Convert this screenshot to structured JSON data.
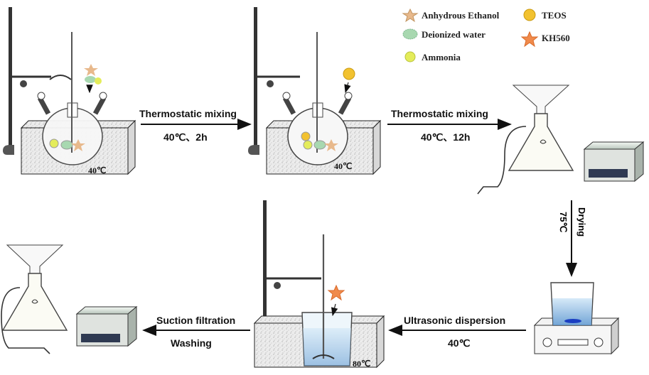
{
  "legend": {
    "items": [
      {
        "label": "Anhydrous  Ethanol",
        "icon": "ethanol-star-icon",
        "color": "#e8b98c"
      },
      {
        "label": "Deionized water",
        "icon": "water-blob-icon",
        "color": "#a8d8b0"
      },
      {
        "label": "Ammonia",
        "icon": "ammonia-blob-icon",
        "color": "#e4ec5a"
      },
      {
        "label": "TEOS",
        "icon": "teos-sphere-icon",
        "color": "#f2c230"
      },
      {
        "label": "KH560",
        "icon": "kh560-star-icon",
        "color": "#f08a4b"
      }
    ]
  },
  "steps": {
    "step1": {
      "label": "Thermostatic mixing",
      "condition": "40℃、2h"
    },
    "step2": {
      "label": "Thermostatic mixing",
      "condition": "40℃、12h"
    },
    "step3": {
      "label": "Drying",
      "condition": "75℃"
    },
    "step4": {
      "label": "Ultrasonic dispersion",
      "condition": "40℃"
    },
    "step5": {
      "label": "Suction filtration",
      "condition": "Washing"
    }
  },
  "bath_temps": {
    "bath1": "40℃",
    "bath2": "40℃",
    "bath3": "80℃"
  }
}
